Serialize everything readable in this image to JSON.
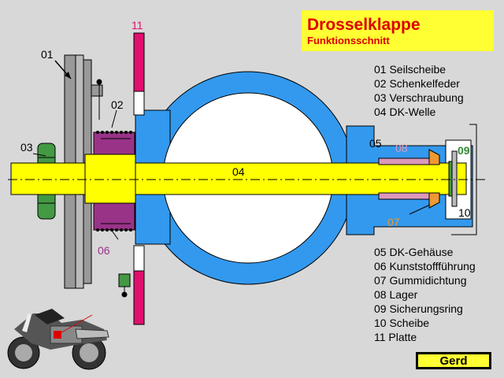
{
  "title": "Drosselklappe",
  "subtitle": "Funktionsschnitt",
  "labels": {
    "l01": "01",
    "l02": "02",
    "l03": "03",
    "l04": "04",
    "l05": "05",
    "l06": "06",
    "l07": "07",
    "l08": "08",
    "l09": "09",
    "l10": "10",
    "l11": "11"
  },
  "legend_top": [
    "01 Seilscheibe",
    "02 Schenkelfeder",
    "03 Verschraubung",
    "04 DK-Welle"
  ],
  "legend_bottom": [
    "05 DK-Gehäuse",
    "06 Kunststoffführung",
    "07 Gummidichtung",
    "08 Lager",
    "09 Sicherungsring",
    "10 Scheibe",
    "11 Platte"
  ],
  "logo": "Gerd",
  "colors": {
    "background": "#d8d8d8",
    "housing": "#3399ee",
    "shaft": "#ffff00",
    "plate": "#e0106e",
    "pulley": "#999999",
    "nut": "#449944",
    "guide": "#993388",
    "bearing": "#ee9933",
    "title_box": "#ffff33",
    "title_text": "#dd0000"
  }
}
